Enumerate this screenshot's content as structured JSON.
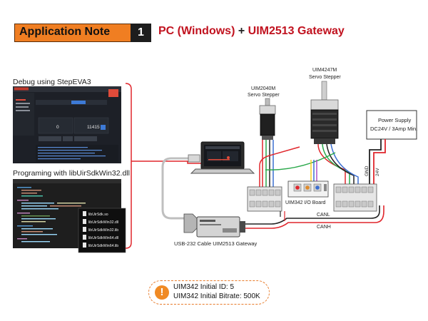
{
  "header": {
    "label": "Application Note",
    "number": "1",
    "title_part1": "PC (Windows)",
    "title_plus": " + ",
    "title_part2": "UIM2513 Gateway"
  },
  "debug": {
    "caption": "Debug using StepEVA3",
    "readout_left": "0",
    "readout_right": "11415"
  },
  "programming": {
    "caption": "Programing with libUirSdkWin32.dll",
    "files": [
      "libUirSdk.so",
      "libUirSdkWin32.dll",
      "libUirSdkWin32.lib",
      "libUirSdkWin64.dll",
      "libUirSdkWin64.lib"
    ]
  },
  "devices": {
    "motor_small_name": "UIM2040M",
    "motor_small_type": "Servo Stepper",
    "motor_large_name": "UIM4247M",
    "motor_large_type": "Servo Stepper",
    "power_line1": "Power Supply",
    "power_line2": "DC24V / 3Amp Min.",
    "gnd": "GND",
    "v24": "24V",
    "io_board": "UIM342 I/O Board",
    "canl": "CANL",
    "canh": "CANH",
    "gateway_caption": "USB-232 Cable UIM2513 Gateway"
  },
  "note": {
    "icon": "exclamation-icon",
    "line1": "UIM342 Initial ID: 5",
    "line2": "UIM342 Initial Bitrate: 500K"
  },
  "colors": {
    "accent_orange": "#f07e22",
    "title_red": "#c1121f",
    "wire_red": "#e0262c",
    "wire_green": "#2aa84a"
  }
}
